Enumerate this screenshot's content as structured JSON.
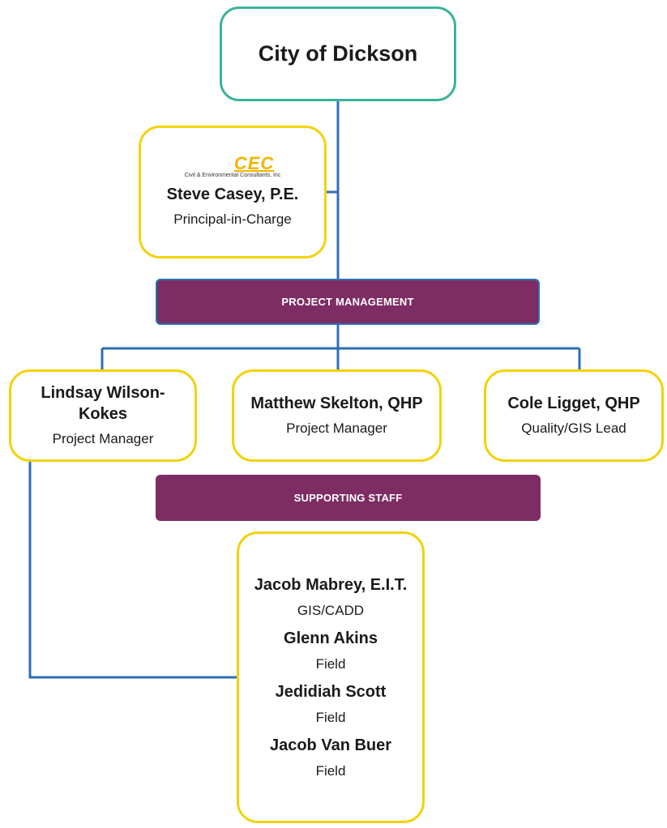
{
  "root": {
    "title": "City of Dickson"
  },
  "principal": {
    "logo_mark": "CEC",
    "logo_text": "Civil & Environmental Consultants, Inc",
    "name": "Steve Casey, P.E.",
    "role": "Principal-in-Charge"
  },
  "project_management": {
    "label": "PROJECT MANAGEMENT"
  },
  "managers": [
    {
      "name": "Lindsay Wilson-Kokes",
      "role": "Project Manager"
    },
    {
      "name": "Matthew Skelton, QHP",
      "role": "Project Manager"
    },
    {
      "name": "Cole Ligget, QHP",
      "role": "Quality/GIS Lead"
    }
  ],
  "supporting_staff": {
    "label": "SUPPORTING STAFF",
    "members": [
      {
        "name": "Jacob Mabrey, E.I.T.",
        "role": "GIS/CADD"
      },
      {
        "name": "Glenn Akins",
        "role": "Field"
      },
      {
        "name": "Jedidiah Scott",
        "role": "Field"
      },
      {
        "name": "Jacob Van Buer",
        "role": "Field"
      }
    ]
  },
  "colors": {
    "connector": "#2c6fb5",
    "bar": "#7d2d63",
    "box_border": "#f2d20a",
    "root_border": "#3bb39b"
  }
}
